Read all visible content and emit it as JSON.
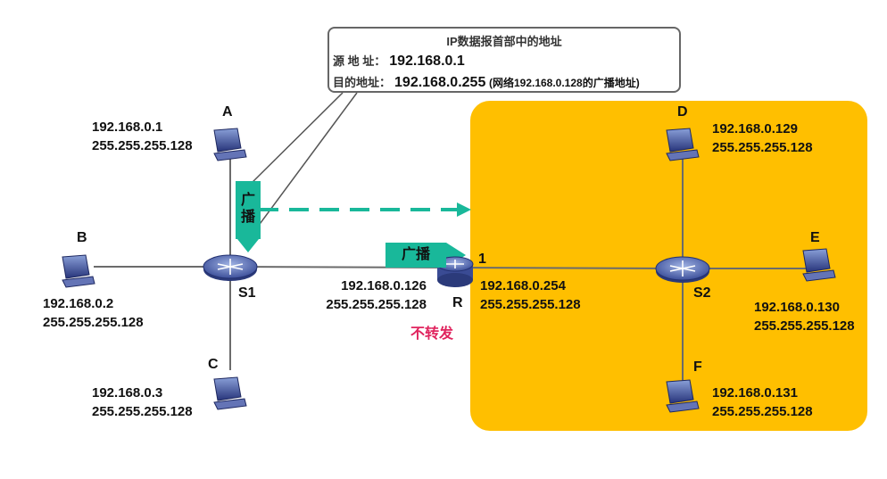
{
  "callout": {
    "title": "IP数据报首部中的地址",
    "src_label": "源 地 址：",
    "src_value": "192.168.0.1",
    "dst_label": "目的地址：",
    "dst_value": "192.168.0.255",
    "dst_note": "(网络192.168.0.128的广播地址)"
  },
  "hosts": {
    "A": {
      "name": "A",
      "ip": "192.168.0.1",
      "mask": "255.255.255.128"
    },
    "B": {
      "name": "B",
      "ip": "192.168.0.2",
      "mask": "255.255.255.128"
    },
    "C": {
      "name": "C",
      "ip": "192.168.0.3",
      "mask": "255.255.255.128"
    },
    "D": {
      "name": "D",
      "ip": "192.168.0.129",
      "mask": "255.255.255.128"
    },
    "E": {
      "name": "E",
      "ip": "192.168.0.130",
      "mask": "255.255.255.128"
    },
    "F": {
      "name": "F",
      "ip": "192.168.0.131",
      "mask": "255.255.255.128"
    }
  },
  "switches": {
    "S1": "S1",
    "S2": "S2"
  },
  "router": {
    "name": "R",
    "port1_label": "1",
    "left_ip": "192.168.0.126",
    "left_mask": "255.255.255.128",
    "right_ip": "192.168.0.254",
    "right_mask": "255.255.255.128",
    "not_forward": "不转发"
  },
  "broadcast_labels": {
    "vertical": "广播",
    "horizontal": "广播"
  },
  "colors": {
    "subnet_bg": "#ffbf00",
    "broadcast": "#19b89a",
    "not_forward": "#e0245e",
    "line": "#6b6b6b"
  }
}
